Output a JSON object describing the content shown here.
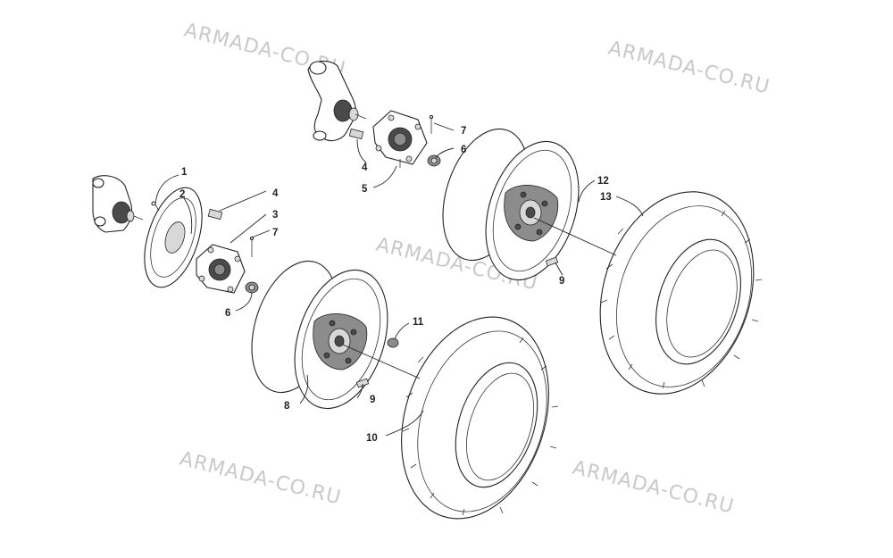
{
  "watermarks": [
    "ARMADA-CO.RU",
    "ARMADA-CO.RU",
    "ARMADA-CO.RU",
    "ARMADA-CO.RU",
    "ARMADA-CO.RU"
  ],
  "callouts": {
    "c1": "1",
    "c2": "2",
    "c3": "3",
    "c4a": "4",
    "c4b": "4",
    "c5": "5",
    "c6a": "6",
    "c6b": "6",
    "c7a": "7",
    "c7b": "7",
    "c8": "8",
    "c9a": "9",
    "c9b": "9",
    "c10": "10",
    "c11": "11",
    "c12": "12",
    "c13": "13"
  }
}
